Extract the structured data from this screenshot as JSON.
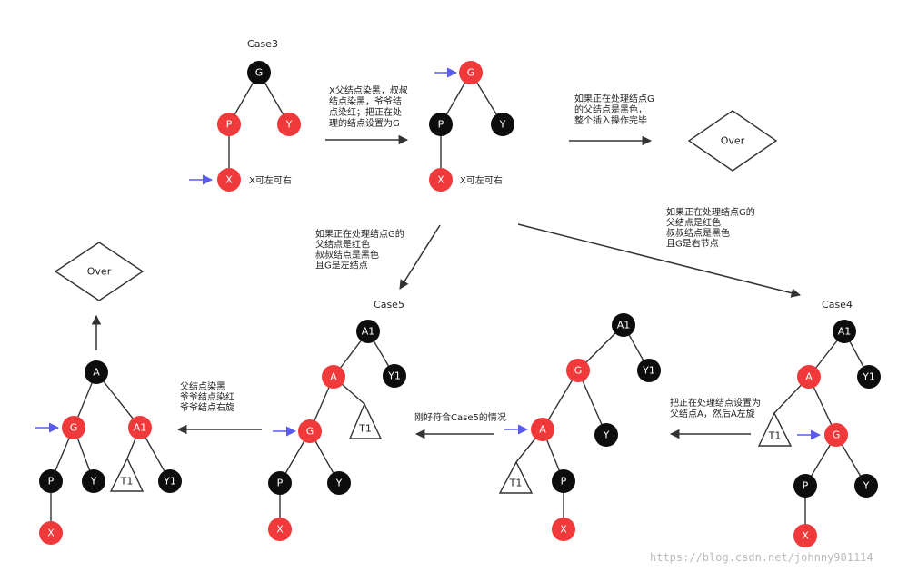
{
  "colors": {
    "red": "#f0393a",
    "black": "#0d0d0d",
    "pointer": "#5a5af0",
    "line": "#333333"
  },
  "titles": {
    "case3": "Case3",
    "case5": "Case5",
    "case4": "Case4"
  },
  "annotations": {
    "a1": [
      "X父结点染黑，叔叔",
      "结点染黑，爷爷结",
      "点染红；把正在处",
      "理的结点设置为G"
    ],
    "a2": [
      "如果正在处理结点G",
      "的父结点是黑色，",
      "整个插入操作完毕"
    ],
    "a3": [
      "如果正在处理结点G的",
      "父结点是红色",
      "叔叔结点是黑色",
      "且G是左结点"
    ],
    "a4": [
      "如果正在处理结点G的",
      "父结点是红色",
      "叔叔结点是黑色",
      "且G是右节点"
    ],
    "a5": [
      "父结点染黑",
      "爷爷结点染红",
      "爷爷结点右旋"
    ],
    "a6": [
      "刚好符合Case5的情况"
    ],
    "a7": [
      "把正在处理结点设置为",
      "父结点A，然后A左旋"
    ]
  },
  "notes": {
    "x_lr_1": "X可左可右",
    "x_lr_2": "X可左可右"
  },
  "over_labels": {
    "over1": "Over",
    "over2": "Over"
  },
  "watermark": "https://blog.csdn.net/johnny901114",
  "nodes": [
    {
      "id": "c3G",
      "label": "G",
      "color": "black"
    },
    {
      "id": "c3P",
      "label": "P",
      "color": "red"
    },
    {
      "id": "c3Y",
      "label": "Y",
      "color": "red"
    },
    {
      "id": "c3X",
      "label": "X",
      "color": "red"
    },
    {
      "id": "s2G",
      "label": "G",
      "color": "red"
    },
    {
      "id": "s2P",
      "label": "P",
      "color": "black"
    },
    {
      "id": "s2Y",
      "label": "Y",
      "color": "black"
    },
    {
      "id": "s2X",
      "label": "X",
      "color": "red"
    },
    {
      "id": "c4A1",
      "label": "A1",
      "color": "black"
    },
    {
      "id": "c4A",
      "label": "A",
      "color": "red"
    },
    {
      "id": "c4Y1",
      "label": "Y1",
      "color": "black"
    },
    {
      "id": "c4G",
      "label": "G",
      "color": "red"
    },
    {
      "id": "c4P",
      "label": "P",
      "color": "black"
    },
    {
      "id": "c4Y",
      "label": "Y",
      "color": "black"
    },
    {
      "id": "c4X",
      "label": "X",
      "color": "red"
    },
    {
      "id": "m4A1",
      "label": "A1",
      "color": "black"
    },
    {
      "id": "m4G",
      "label": "G",
      "color": "red"
    },
    {
      "id": "m4Y1",
      "label": "Y1",
      "color": "black"
    },
    {
      "id": "m4A",
      "label": "A",
      "color": "red"
    },
    {
      "id": "m4Y",
      "label": "Y",
      "color": "black"
    },
    {
      "id": "m4P",
      "label": "P",
      "color": "black"
    },
    {
      "id": "m4X",
      "label": "X",
      "color": "red"
    },
    {
      "id": "c5A1",
      "label": "A1",
      "color": "black"
    },
    {
      "id": "c5A",
      "label": "A",
      "color": "red"
    },
    {
      "id": "c5Y1",
      "label": "Y1",
      "color": "black"
    },
    {
      "id": "c5G",
      "label": "G",
      "color": "red"
    },
    {
      "id": "c5P",
      "label": "P",
      "color": "black"
    },
    {
      "id": "c5Y",
      "label": "Y",
      "color": "black"
    },
    {
      "id": "c5X",
      "label": "X",
      "color": "red"
    },
    {
      "id": "rA",
      "label": "A",
      "color": "black"
    },
    {
      "id": "rG",
      "label": "G",
      "color": "red"
    },
    {
      "id": "rA1",
      "label": "A1",
      "color": "red"
    },
    {
      "id": "rP",
      "label": "P",
      "color": "black"
    },
    {
      "id": "rY",
      "label": "Y",
      "color": "black"
    },
    {
      "id": "rY1",
      "label": "Y1",
      "color": "black"
    },
    {
      "id": "rX",
      "label": "X",
      "color": "red"
    }
  ],
  "triangles": [
    {
      "id": "c4T1",
      "label": "T1"
    },
    {
      "id": "m4T1",
      "label": "T1"
    },
    {
      "id": "c5T1",
      "label": "T1"
    },
    {
      "id": "rT1",
      "label": "T1"
    }
  ]
}
